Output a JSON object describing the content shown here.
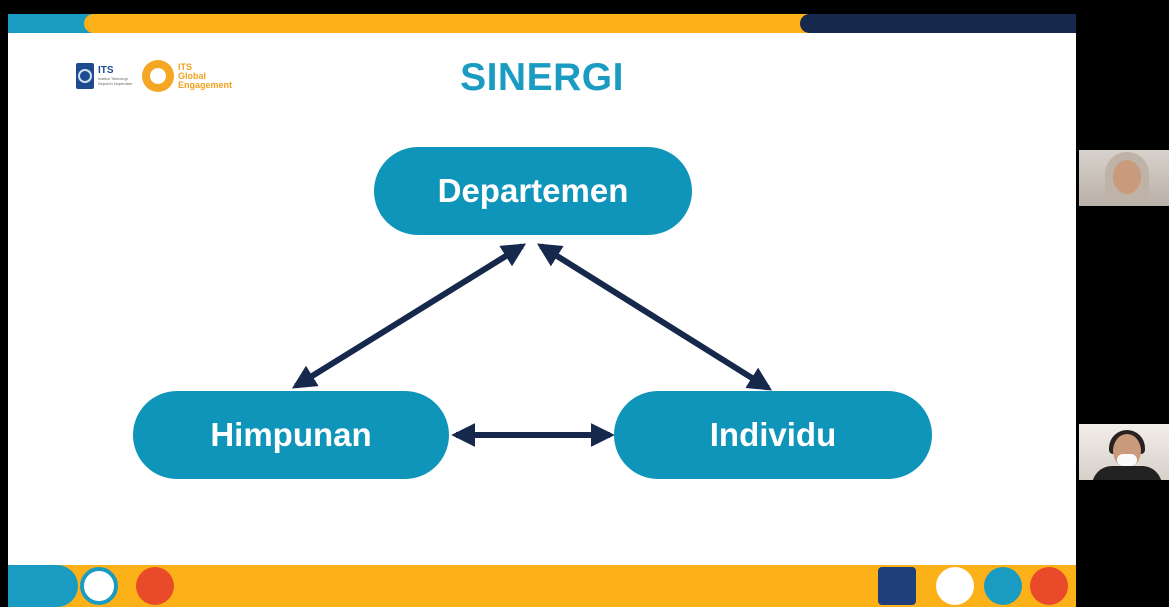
{
  "slide": {
    "title": "SINERGI",
    "nodes": {
      "top": "Departemen",
      "left": "Himpunan",
      "right": "Individu"
    },
    "logos": {
      "its_name": "ITS",
      "its_tagline": "Institut Teknologi Sepuluh Nopember",
      "global_title_1": "ITS",
      "global_title_2": "Global",
      "global_title_3": "Engagement"
    }
  },
  "colors": {
    "teal": "#1a9cc2",
    "pill": "#0f95b9",
    "yellow": "#fbb117",
    "navy": "#16294d",
    "arrow": "#16294d"
  },
  "participants": [
    {
      "name": "participant-hijab",
      "icon": "video-tile"
    },
    {
      "name": "participant-mask",
      "icon": "video-tile"
    }
  ]
}
